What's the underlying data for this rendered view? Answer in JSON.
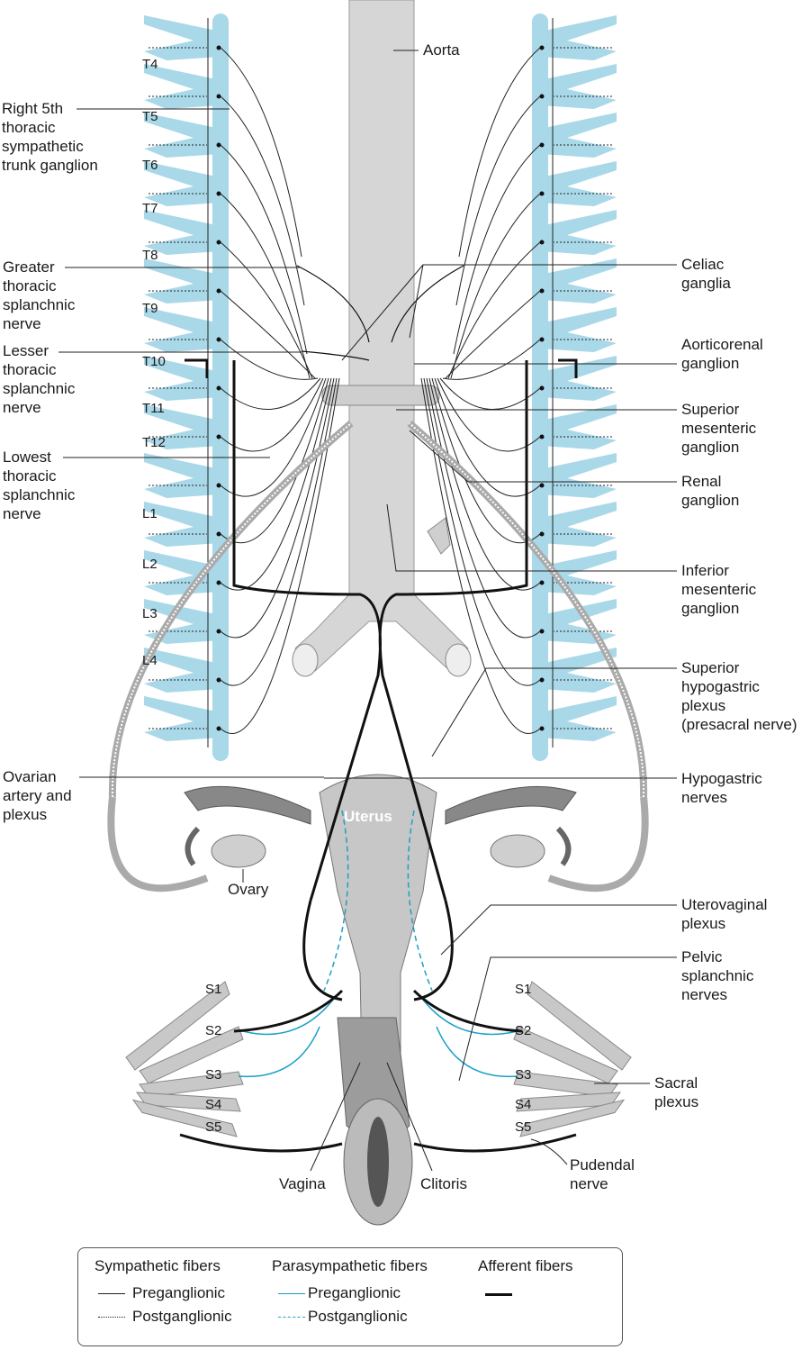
{
  "colors": {
    "chain": "#a9d8e8",
    "aorta": "#d6d6d6",
    "organ": "#bdbdbd",
    "parasympathetic": "#1aa0c8",
    "fiber": "#111111"
  },
  "labels": {
    "aorta": "Aorta",
    "right_5th": "Right 5th\nthoracic\nsympathetic\ntrunk ganglion",
    "greater": "Greater\nthoracic\nsplanchnic\nnerve",
    "lesser": "Lesser\nthoracic\nsplanchnic\nnerve",
    "lowest": "Lowest\nthoracic\nsplanchnic\nnerve",
    "ovarian": "Ovarian\nartery and\nplexus",
    "ovary": "Ovary",
    "vagina": "Vagina",
    "clitoris": "Clitoris",
    "uterus": "Uterus",
    "celiac": "Celiac\nganglia",
    "aorticorenal": "Aorticorenal\nganglion",
    "sup_mesenteric": "Superior\nmesenteric\nganglion",
    "renal": "Renal\nganglion",
    "inf_mesenteric": "Inferior\nmesenteric\nganglion",
    "sup_hypogastric": "Superior\nhypogastric\nplexus\n(presacral nerve)",
    "hypogastric": "Hypogastric\nnerves",
    "uterovaginal": "Uterovaginal\nplexus",
    "pelvic_splanchnic": "Pelvic\nsplanchnic\nnerves",
    "sacral_plexus": "Sacral\nplexus",
    "pudendal": "Pudendal\nnerve"
  },
  "segments": {
    "thoracic_lumbar": [
      "T4",
      "T5",
      "T6",
      "T7",
      "T8",
      "T9",
      "T10",
      "T11",
      "T12",
      "L1",
      "L2",
      "L3",
      "L4"
    ],
    "sacral": [
      "S1",
      "S2",
      "S3",
      "S4",
      "S5"
    ]
  },
  "legend": {
    "sympathetic": {
      "title": "Sympathetic fibers",
      "pre": "Preganglionic",
      "post": "Postganglionic"
    },
    "parasympathetic": {
      "title": "Parasympathetic fibers",
      "pre": "Preganglionic",
      "post": "Postganglionic"
    },
    "afferent": {
      "title": "Afferent fibers"
    }
  }
}
